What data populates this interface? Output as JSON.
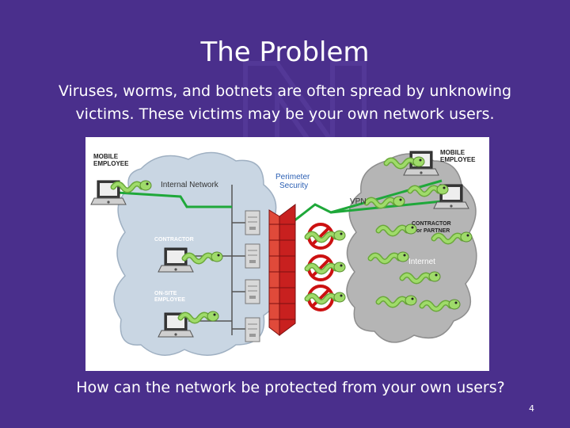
{
  "slide": {
    "title": "The Problem",
    "intro": "Viruses, worms, and botnets are often spread by unknowing victims.  These victims may be your own network users.",
    "question": "How can the network be protected from your own users?",
    "page_number": "4"
  },
  "diagram": {
    "labels": {
      "mobile_employee_left": "MOBILE\nEMPLOYEE",
      "internal_network": "Internal Network",
      "perimeter_security": "Perimeter\nSecurity",
      "vpn": "VPN",
      "mobile_employee_right": "MOBILE\nEMPLOYEE",
      "contractor_partner": "CONTRACTOR\nor PARTNER",
      "contractor": "CONTRACTOR",
      "internet": "Internet",
      "onsite_employee": "ON-SITE\nEMPLOYEE"
    }
  },
  "colors": {
    "background": "#4a2f8c",
    "link_green": "#1fa83a",
    "firewall_red": "#c8201f",
    "worm_green": "#88cc55",
    "no_sign_red": "#cc1111",
    "cloud_internal": "#c9d6e3",
    "cloud_internet": "#b5b5b5"
  }
}
